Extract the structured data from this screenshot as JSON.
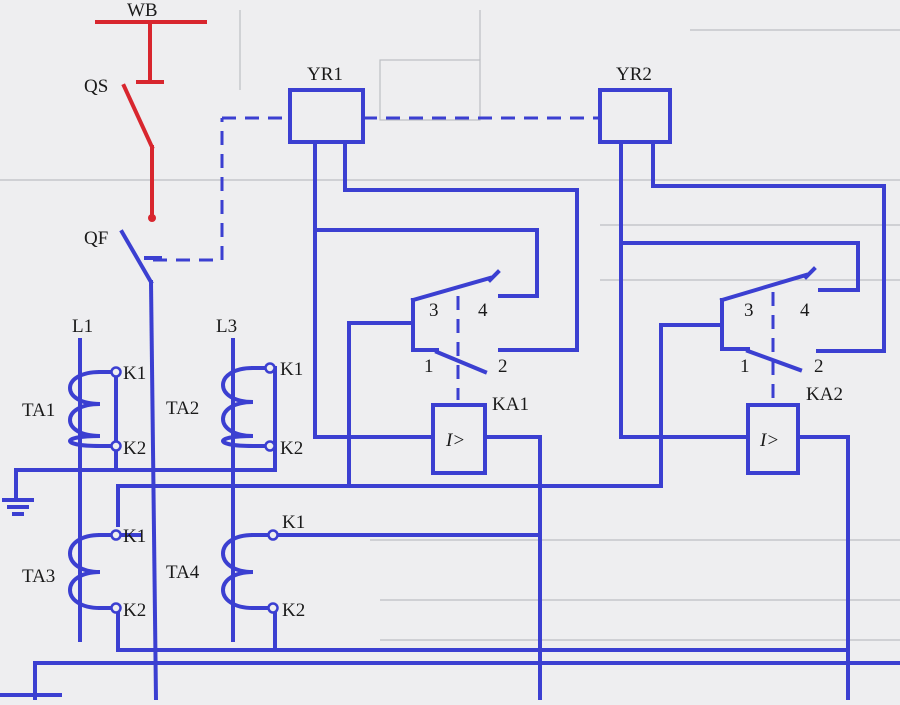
{
  "colors": {
    "power": "#d8262e",
    "control": "#3b3fd1",
    "text": "#1a1a1a",
    "paper": "#eeeef0"
  },
  "labels": {
    "wb": "WB",
    "qs": "QS",
    "qf": "QF",
    "yr1": "YR1",
    "yr2": "YR2",
    "l1": "L1",
    "l3": "L3",
    "ta1": "TA1",
    "ta2": "TA2",
    "ta3": "TA3",
    "ta4": "TA4",
    "k1": "K1",
    "k2": "K2",
    "ka1": "KA1",
    "ka2": "KA2",
    "relay": "I>",
    "c1": "1",
    "c2": "2",
    "c3": "3",
    "c4": "4"
  }
}
